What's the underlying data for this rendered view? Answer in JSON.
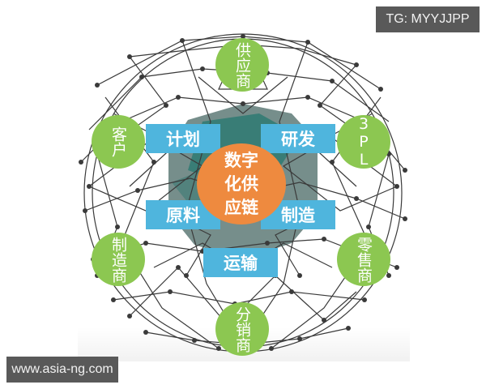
{
  "watermarks": {
    "top_right": "TG: MYYJJPP",
    "bottom_left": "www.asia-ng.com"
  },
  "center": {
    "lines": [
      "数字",
      "化供",
      "应链"
    ],
    "color": "#ee8a3f"
  },
  "functions": {
    "color": "#4fb5dd",
    "items": [
      {
        "label": "计划"
      },
      {
        "label": "研发"
      },
      {
        "label": "原料"
      },
      {
        "label": "制造"
      },
      {
        "label": "运输"
      }
    ]
  },
  "partners": {
    "color": "#8cc751",
    "items": [
      {
        "label": "供应商"
      },
      {
        "label": "客户"
      },
      {
        "label": "3PL"
      },
      {
        "label": "制造商"
      },
      {
        "label": "零售商"
      },
      {
        "label": "分销商"
      }
    ]
  },
  "network": {
    "line_color": "#3a3a3a",
    "node_color": "#3a3a3a",
    "core_shape_colors": [
      "#6f8a86",
      "#2f7a72"
    ]
  }
}
